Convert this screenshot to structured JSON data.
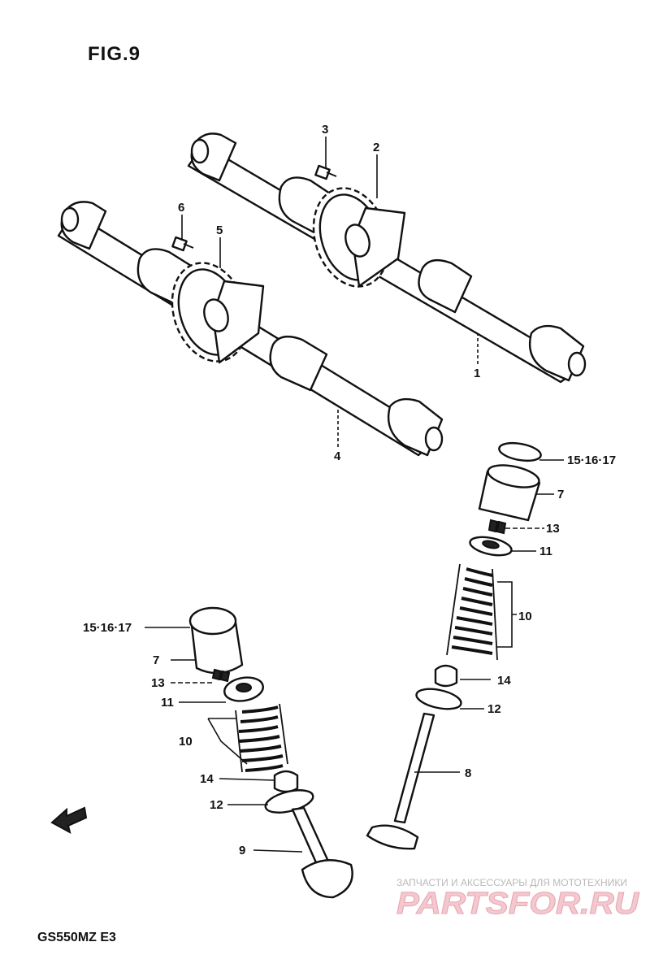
{
  "figure": {
    "title": "FIG.9",
    "model": "GS550MZ E3"
  },
  "callouts": {
    "part1": "1",
    "part2": "2",
    "part3": "3",
    "part4": "4",
    "part5": "5",
    "part6": "6",
    "right_15_16_17": "15·16·17",
    "right_7": "7",
    "right_13": "13",
    "right_11": "11",
    "right_10": "10",
    "right_14": "14",
    "right_12": "12",
    "right_8": "8",
    "left_15_16_17": "15·16·17",
    "left_7": "7",
    "left_13": "13",
    "left_11": "11",
    "left_10": "10",
    "left_14": "14",
    "left_12": "12",
    "left_9": "9"
  },
  "watermark": {
    "tagline": "ЗАПЧАСТИ И АКСЕССУАРЫ ДЛЯ МОТОТЕХНИКИ",
    "logo": "PARTSFOR.RU"
  },
  "icons": {
    "front_arrow": "front-arrow-icon"
  }
}
